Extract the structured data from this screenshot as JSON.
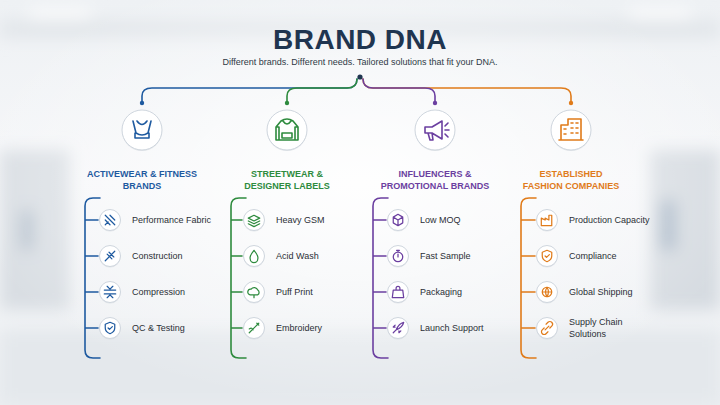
{
  "diagram": {
    "title": "BRAND DNA",
    "nodes": [
      {
        "text": [
          "ACTIVEWEAR & FITNESS BRANDS"
        ]
      },
      {
        "text": [
          "Performance Fabric"
        ]
      },
      {
        "text": [
          "Construction"
        ]
      },
      {
        "text": [
          "Compression"
        ]
      },
      {
        "text": [
          "QC & Testing"
        ]
      },
      {
        "text": [
          "STREETWEAR & DESIGNER LABELS"
        ]
      },
      {
        "text": [
          "Heavy GSM"
        ]
      },
      {
        "text": [
          "Acid Wash"
        ]
      },
      {
        "text": [
          "Puff Print"
        ]
      },
      {
        "text": [
          "Embroidery"
        ]
      },
      {
        "text": [
          "INFLUENCERS & PROMOTIONAL BRANDS"
        ]
      },
      {
        "text": [
          "Low MOQ"
        ]
      },
      {
        "text": [
          "Fast Sample"
        ]
      },
      {
        "text": [
          "Packaging"
        ]
      },
      {
        "text": [
          "Launch Support"
        ]
      },
      {
        "text": [
          "ESTABLISHED FASHION COMPANIES"
        ]
      },
      {
        "text": [
          "Production Capacity"
        ]
      },
      {
        "text": [
          "Compliance"
        ]
      },
      {
        "text": [
          "Global Shipping"
        ]
      },
      {
        "text": [
          "Supply Chain Solutions"
        ]
      }
    ],
    "labels": [
      "Different brands. Different needs. Tailored solutions that fit your DNA."
    ]
  }
}
